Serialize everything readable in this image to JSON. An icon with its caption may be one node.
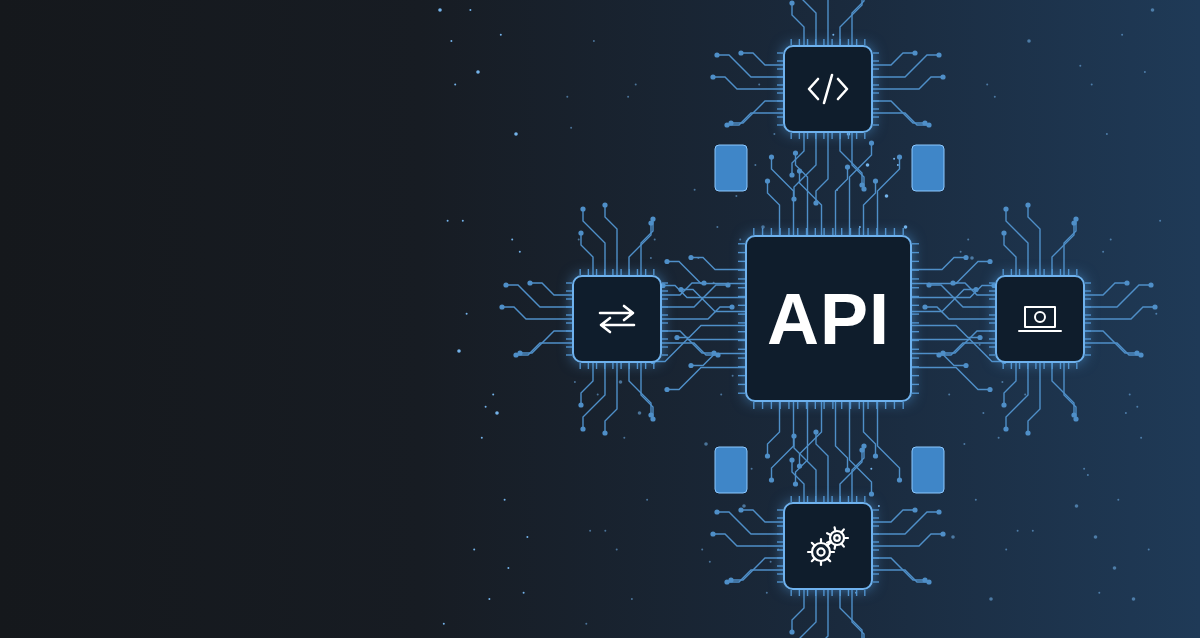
{
  "diagram": {
    "nodes": [
      {
        "text": [
          "API"
        ]
      },
      {
        "text": [],
        "shape": "box"
      },
      {
        "text": [],
        "shape": "box"
      },
      {
        "text": [],
        "shape": "box"
      },
      {
        "text": [],
        "shape": "box"
      }
    ]
  }
}
